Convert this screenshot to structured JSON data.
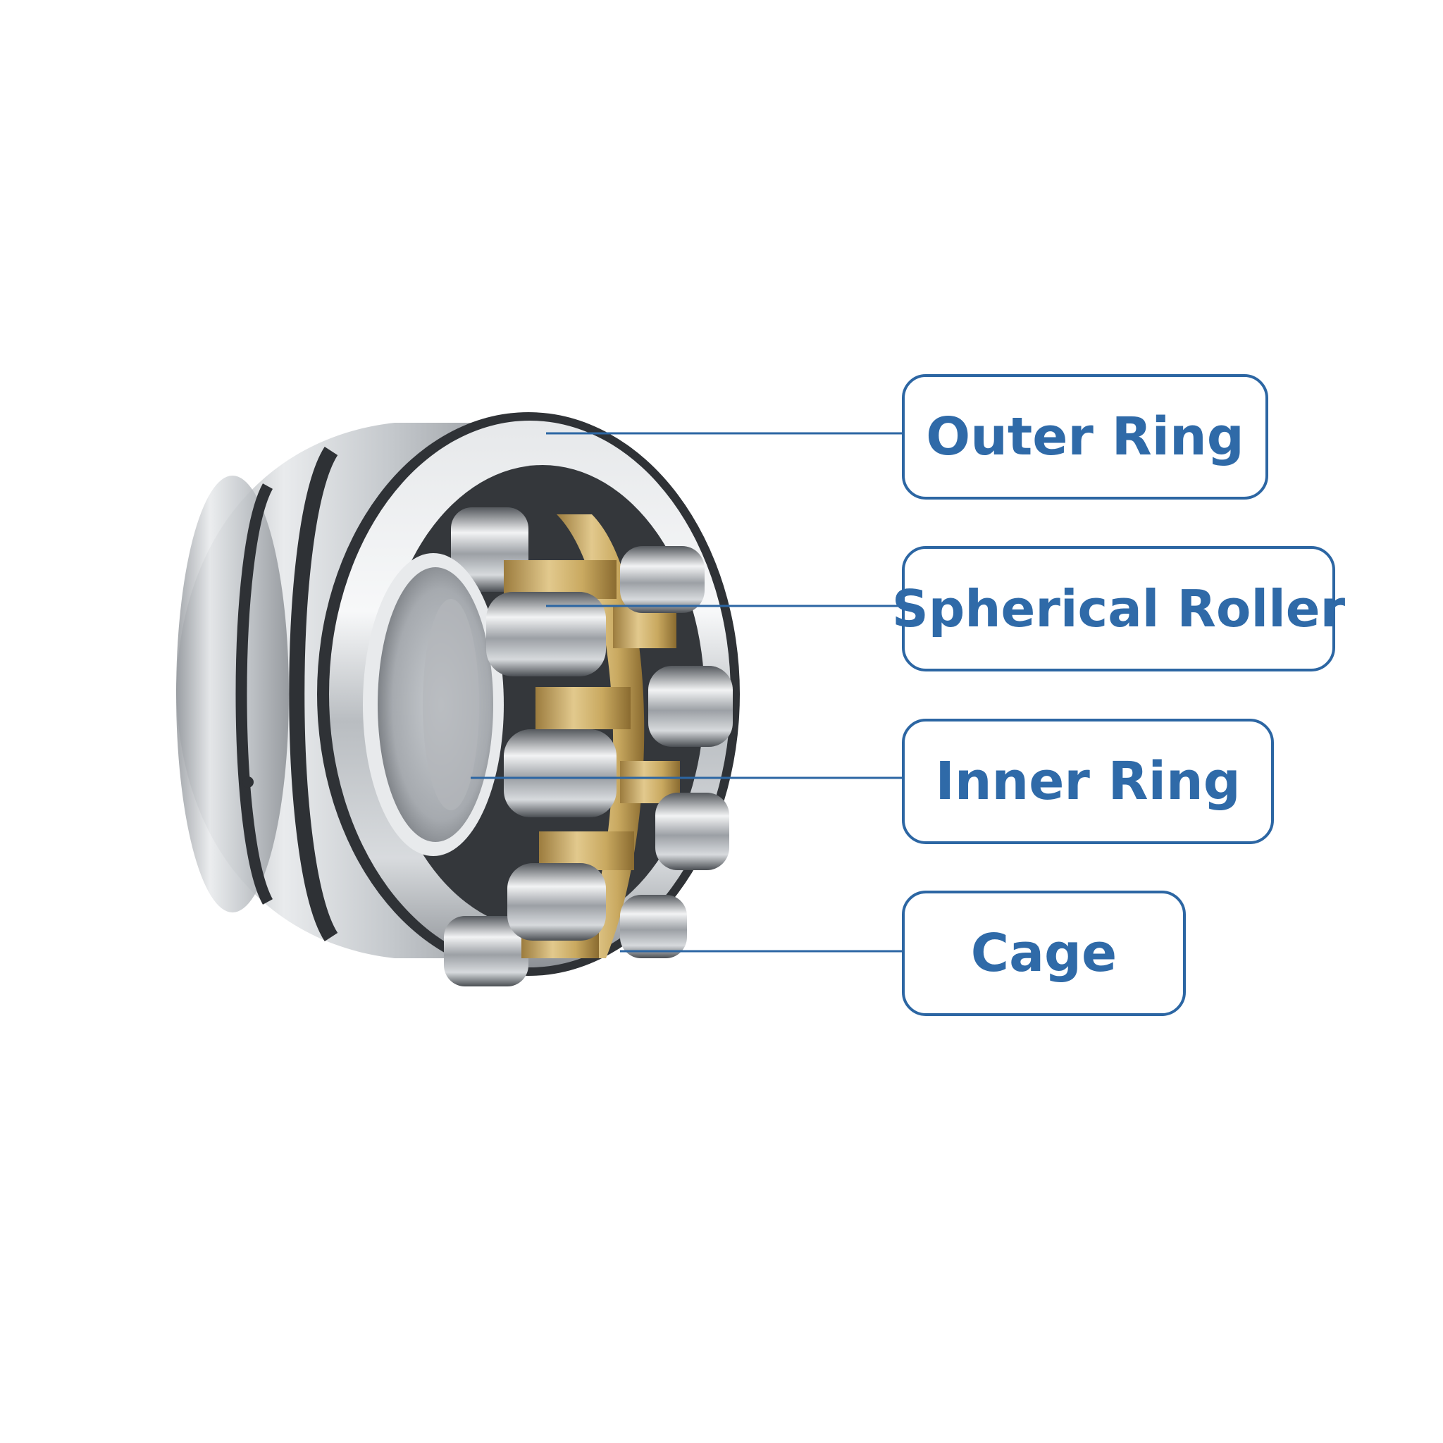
{
  "labels": {
    "outer_ring": "Outer Ring",
    "spherical_roller": "Spherical Roller",
    "inner_ring": "Inner Ring",
    "cage": "Cage"
  },
  "colors": {
    "accent": "#2c66a3",
    "label_text": "#2f6aa8",
    "steel": "#b8bcc0",
    "steel_dark": "#3a3d41",
    "brass": "#c8a96a"
  }
}
